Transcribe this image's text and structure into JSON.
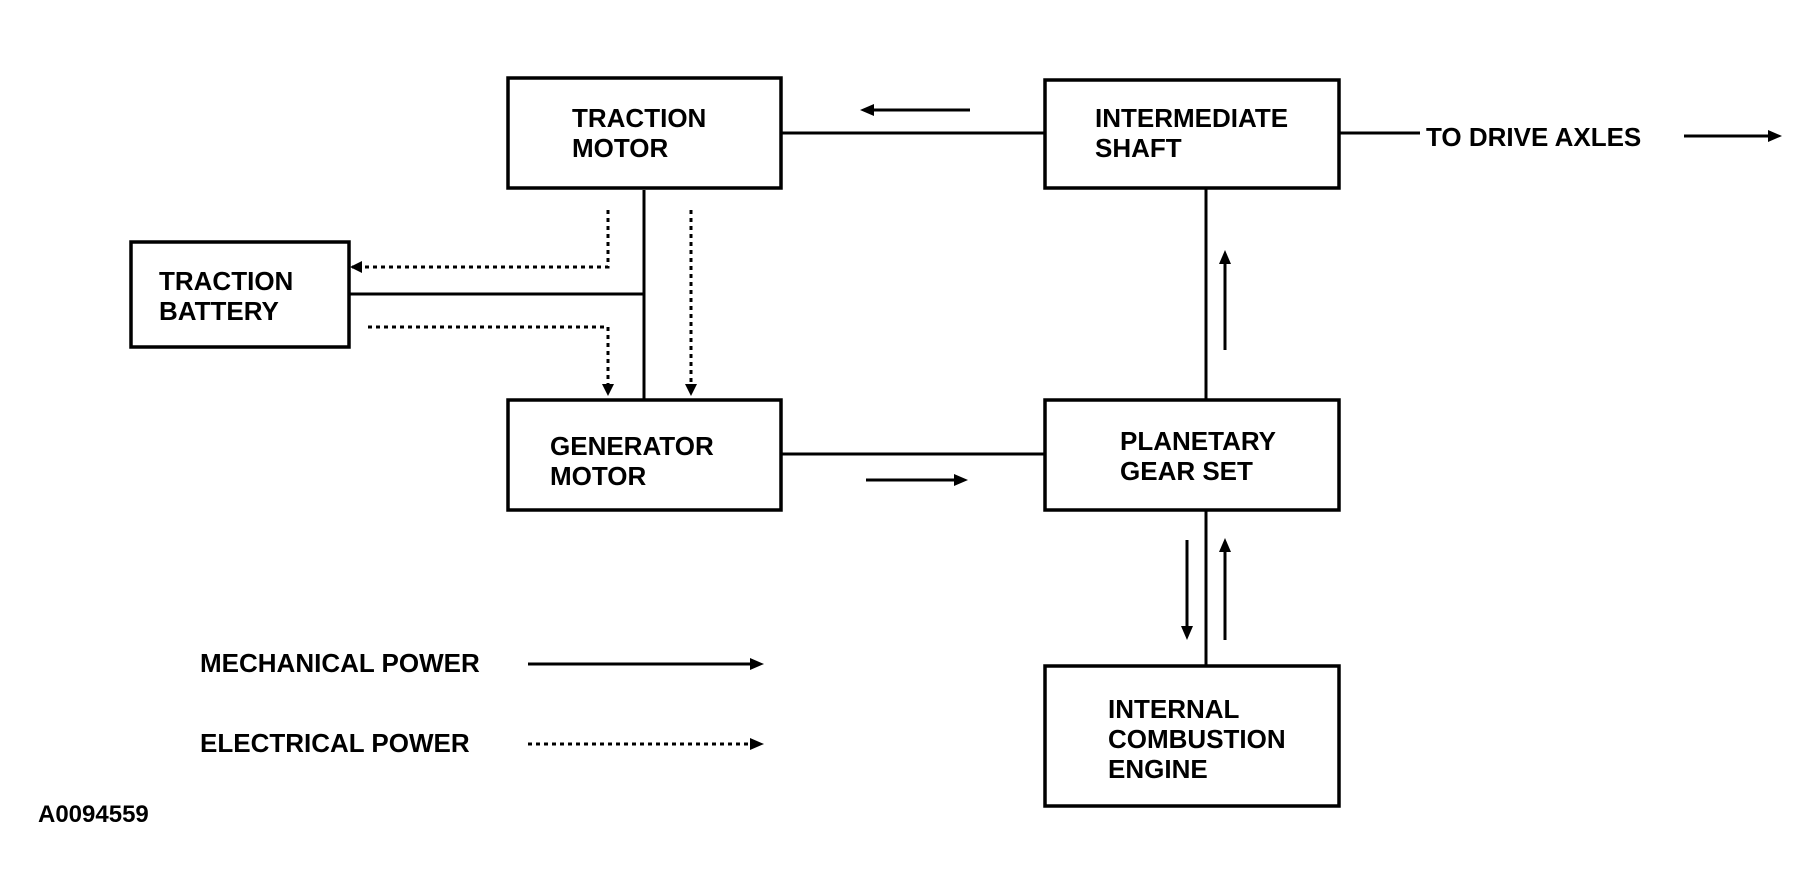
{
  "blocks": {
    "traction_motor": [
      "TRACTION",
      "MOTOR"
    ],
    "intermediate_shaft": [
      "INTERMEDIATE",
      "SHAFT"
    ],
    "traction_battery": [
      "TRACTION",
      "BATTERY"
    ],
    "generator_motor": [
      "GENERATOR",
      "MOTOR"
    ],
    "planetary_gear_set": [
      "PLANETARY",
      "GEAR SET"
    ],
    "internal_combustion_engine": [
      "INTERNAL",
      "COMBUSTION",
      "ENGINE"
    ]
  },
  "output_label": "TO DRIVE AXLES",
  "legend": {
    "mechanical": "MECHANICAL POWER",
    "electrical": "ELECTRICAL POWER"
  },
  "figure_id": "A0094559"
}
